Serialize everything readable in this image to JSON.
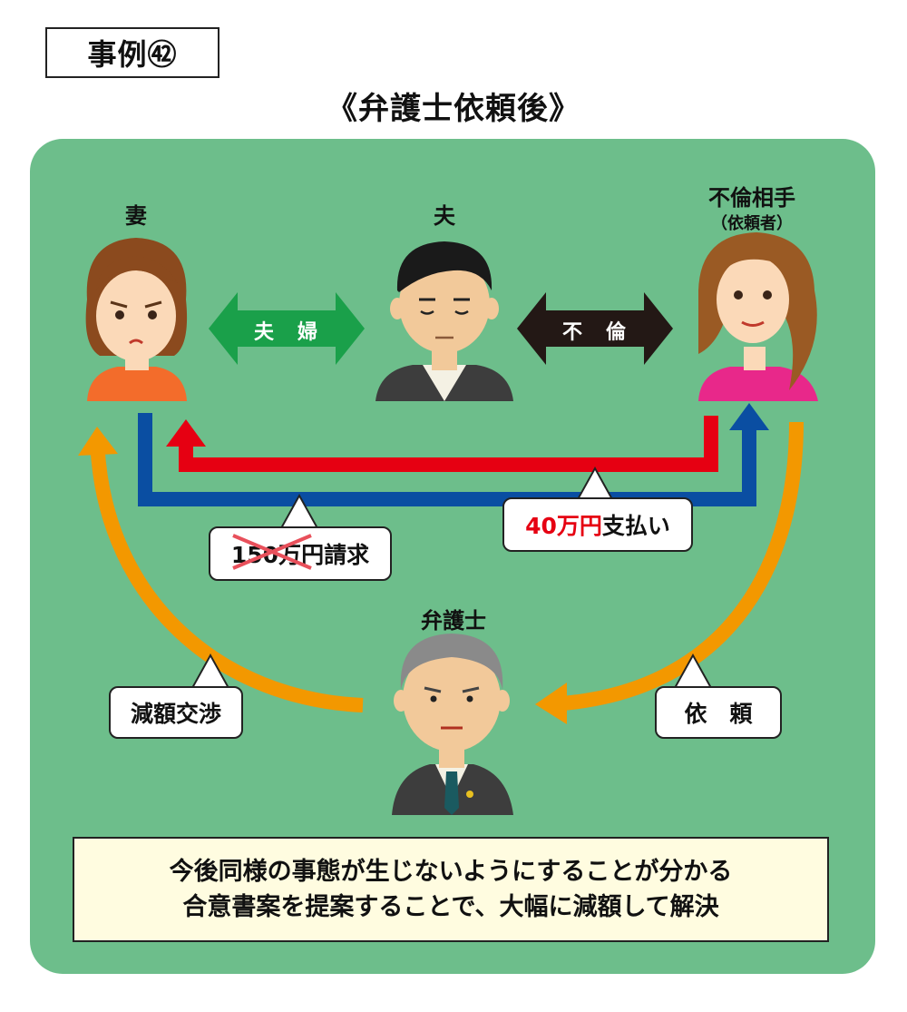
{
  "case_label": "事例㊷",
  "title": "《弁護士依頼後》",
  "people": {
    "wife": "妻",
    "husband": "夫",
    "partner": "不倫相手",
    "partner_sub": "（依頼者）",
    "lawyer": "弁護士"
  },
  "relations": {
    "couple": "夫　婦",
    "affair": "不　倫"
  },
  "callouts": {
    "claim_struck": "150万",
    "claim_rest": "円請求",
    "payment_amount": "40万円",
    "payment_rest": "支払い",
    "negotiation": "減額交渉",
    "request": "依　頼"
  },
  "conclusion": {
    "line1": "今後同様の事態が生じないようにすることが分かる",
    "line2": "合意書案を提案することで、大幅に減額して解決"
  },
  "colors": {
    "panel": "#6dbe8b",
    "green_arrow": "#1aa04a",
    "black_arrow": "#231815",
    "red_arrow": "#e60012",
    "blue_arrow": "#0a4ea2",
    "orange_arrow": "#f39800"
  }
}
